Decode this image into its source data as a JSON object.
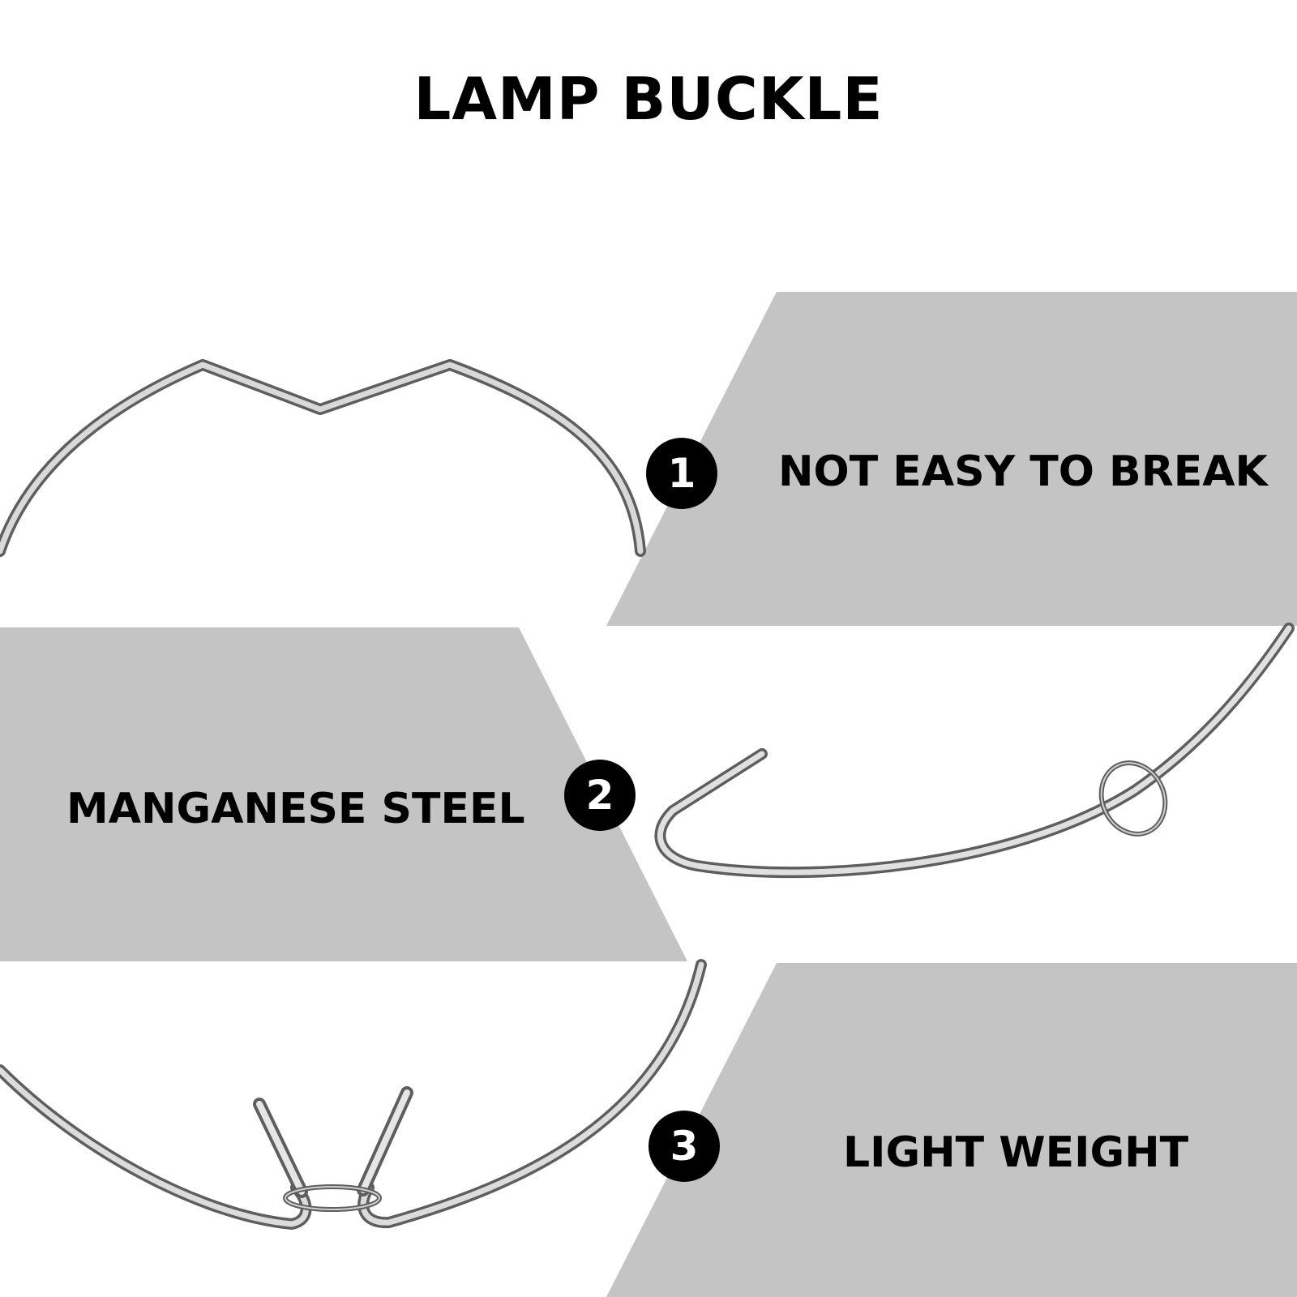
{
  "title": "LAMP BUCKLE",
  "features": [
    {
      "number": "1",
      "label": "NOT EASY TO BREAK"
    },
    {
      "number": "2",
      "label": "MANGANESE STEEL"
    },
    {
      "number": "3",
      "label": "LIGHT WEIGHT"
    }
  ],
  "colors": {
    "band": "#c4c4c4",
    "badge": "#000000",
    "wire": "#7a7a7a"
  }
}
